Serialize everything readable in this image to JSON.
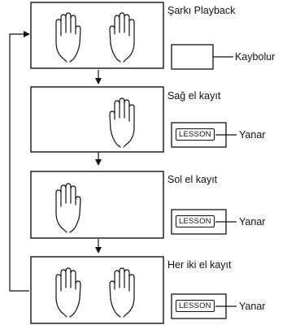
{
  "steps": [
    {
      "title": "Şarkı Playback",
      "hands": "both",
      "indicator": "",
      "status": "Kaybolur"
    },
    {
      "title": "Sağ el kayıt",
      "hands": "right",
      "indicator": "LESSON",
      "status": "Yanar"
    },
    {
      "title": "Sol el kayıt",
      "hands": "left",
      "indicator": "LESSON",
      "status": "Yanar"
    },
    {
      "title": "Her iki el kayıt",
      "hands": "both",
      "indicator": "LESSON",
      "status": "Yanar"
    }
  ]
}
